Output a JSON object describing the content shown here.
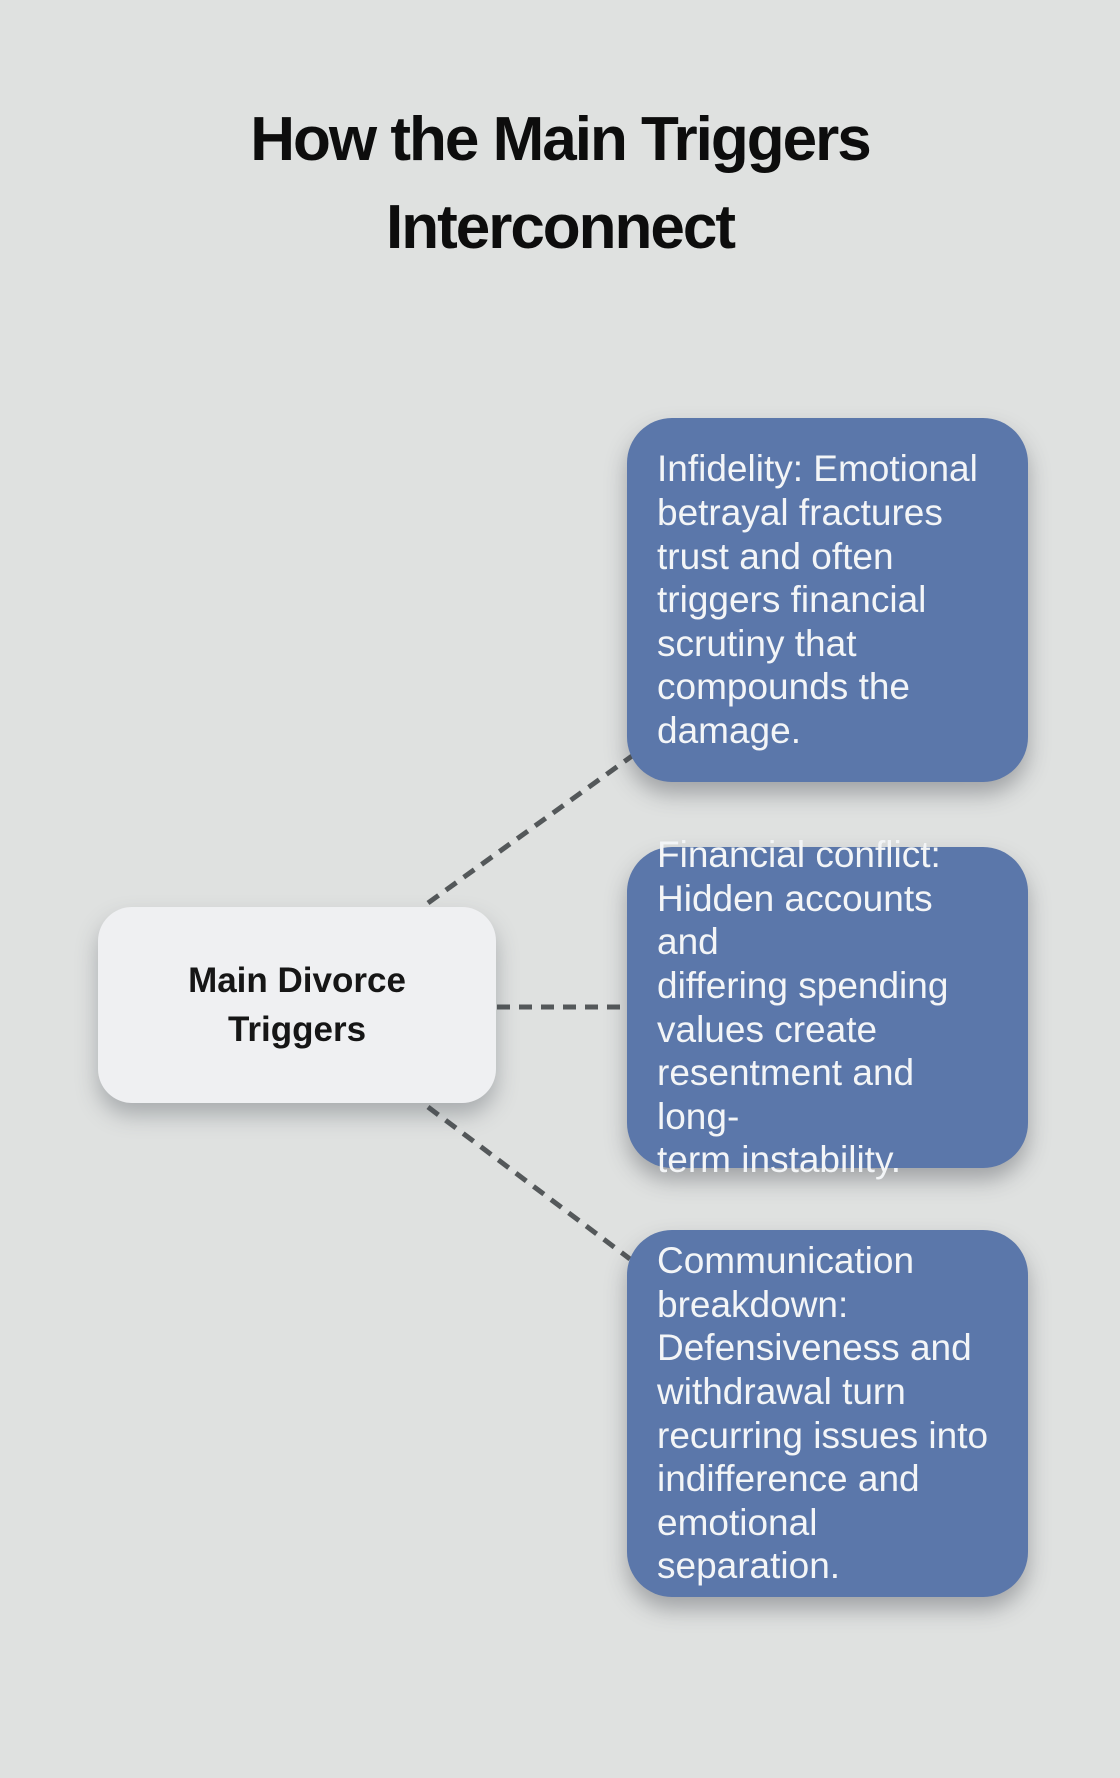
{
  "title": {
    "lines": [
      "How the Main Triggers",
      "Interconnect"
    ]
  },
  "center_node": {
    "label": "Main Divorce Triggers"
  },
  "branch_nodes": [
    {
      "id": "infidelity",
      "lines": [
        "Infidelity: Emotional",
        "betrayal fractures",
        "trust and often",
        "triggers financial",
        "scrutiny that",
        "compounds the",
        "damage."
      ]
    },
    {
      "id": "financial-conflict",
      "lines": [
        "Financial conflict:",
        "Hidden accounts and",
        "differing spending",
        "values create",
        "resentment and long-",
        "term instability."
      ]
    },
    {
      "id": "communication-breakdown",
      "lines": [
        "Communication",
        "breakdown:",
        "Defensiveness and",
        "withdrawal turn",
        "recurring issues into",
        "indifference and",
        "emotional separation."
      ]
    }
  ],
  "colors": {
    "background": "#dfe1e0",
    "title_text": "#0d0d0d",
    "node_blue": "#5b77aa",
    "node_text": "#f3f5f7",
    "center_bg": "#eff0f2",
    "center_text": "#161616",
    "connector": "#54585a"
  }
}
